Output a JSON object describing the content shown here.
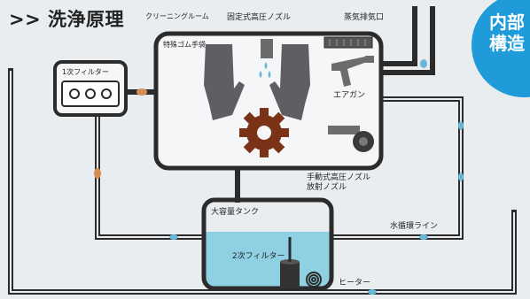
{
  "title": ">> 洗浄原理",
  "labels": {
    "cleaning_room": "クリーニングルーム",
    "fixed_nozzle": "固定式高圧ノズル",
    "exhaust": "蒸気排気口",
    "gloves": "特殊ゴム手袋",
    "filter1": "1次フィルター",
    "air_gun": "エアガン",
    "manual_nozzle": "手動式高圧ノズル",
    "spray_nozzle": "放射ノズル",
    "tank": "大容量タンク",
    "filter2": "2次フィルター",
    "heater": "ヒーター",
    "water_line": "水循環ライン"
  },
  "badge": {
    "line1": "内部",
    "line2": "構造"
  },
  "colors": {
    "background": "#e9edf0",
    "pipe": "#2b2b2b",
    "water": "#8fd0e3",
    "drop": "#67b8d9",
    "oil_drop": "#d48d52",
    "gear": "#7a3316",
    "badge": "#1e9bd8"
  }
}
